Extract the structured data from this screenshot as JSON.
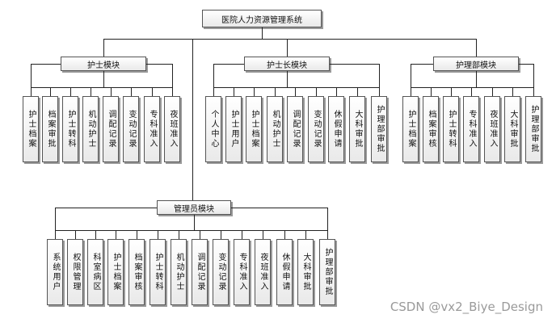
{
  "root": {
    "label": "医院人力资源管理系统"
  },
  "modules": [
    {
      "label": "护士模块",
      "children": [
        "护士档案",
        "档案审批",
        "护士转科",
        "机动护士",
        "调配记录",
        "变动记录",
        "专科准入",
        "夜班准入"
      ]
    },
    {
      "label": "护士长模块",
      "children": [
        "个人中心",
        "护士用户",
        "护士档案",
        "机动护士",
        "调配记录",
        "变动记录",
        "休假申请",
        "大科审批",
        "护理部审批"
      ]
    },
    {
      "label": "护理部模块",
      "children": [
        "护士档案",
        "档案审核",
        "护士转科",
        "专科准入",
        "夜班准入",
        "大科审批",
        "护理部审批"
      ]
    },
    {
      "label": "管理员模块",
      "children": [
        "系统用户",
        "权限管理",
        "科室病区",
        "护士档案",
        "档案审核",
        "护士转科",
        "机动护士",
        "调配记录",
        "变动记录",
        "专科准入",
        "夜班准入",
        "休假申请",
        "大科审批",
        "护理部审批"
      ]
    }
  ],
  "watermark": "CSDN @vx2_Biye_Design",
  "colors": {
    "line": "#222222",
    "border": "#555555",
    "shadow": "#9a9a9a",
    "watermark": "#9a9a9a"
  }
}
